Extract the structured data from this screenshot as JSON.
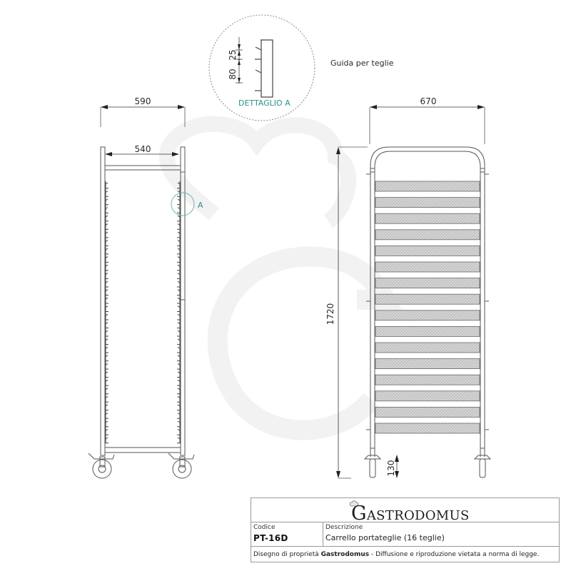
{
  "drawing": {
    "detail_title": "DETTAGLIO  A",
    "detail_dim_upper": "25",
    "detail_dim_lower": "80",
    "detail_callout": "A",
    "note_label": "Guida per teglie",
    "side_view": {
      "overall_width": "590",
      "inner_width": "540"
    },
    "front_view": {
      "overall_width": "670",
      "overall_height": "1720",
      "leg_height": "130",
      "tray_count": 16
    },
    "colors": {
      "line": "#555555",
      "detail_accent": "#2f8f8a",
      "tray_hatch": "#b9b9b9"
    }
  },
  "title_block": {
    "logo_initial": "G",
    "logo_rest": "ASTRODOMUS",
    "code_label": "Codice",
    "code_value": "PT-16D",
    "description_label": "Descrizione",
    "description_value": "Carrello portateglie (16 teglie)",
    "footer_prefix": "Disegno di proprietà ",
    "footer_brand": "Gastrodomus",
    "footer_suffix": " - Diffusione e riproduzione vietata a norma di legge."
  }
}
